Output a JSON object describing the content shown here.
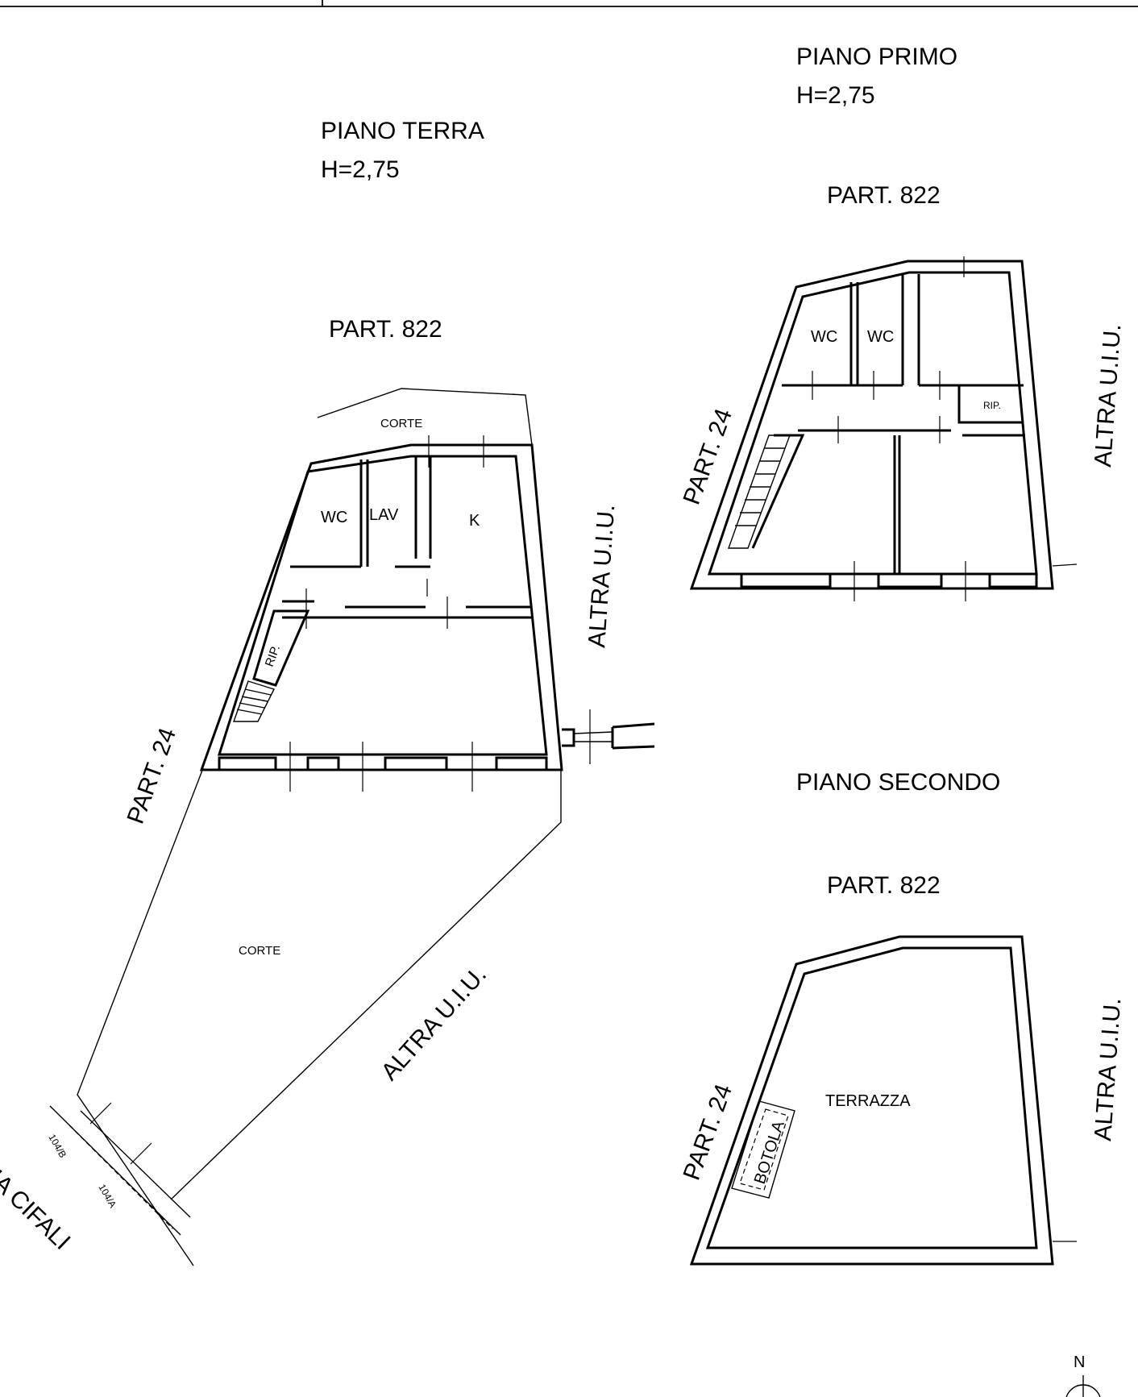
{
  "ground_floor": {
    "title": "PIANO TERRA",
    "height": "H=2,75",
    "parcel_north": "PART. 822",
    "parcel_west": "PART. 24",
    "neighbor_east": "ALTRA U.I.U.",
    "neighbor_south": "ALTRA U.I.U.",
    "court_north": "CORTE",
    "court_south": "CORTE",
    "rooms": {
      "wc": "WC",
      "lav": "LAV",
      "k": "K",
      "rip": "RIP."
    },
    "civic_a": "104/A",
    "civic_b": "104/B",
    "street": "VIA CIFALI"
  },
  "first_floor": {
    "title": "PIANO PRIMO",
    "height": "H=2,75",
    "parcel_north": "PART. 822",
    "parcel_west": "PART. 24",
    "neighbor_east": "ALTRA U.I.U.",
    "rooms": {
      "wc1": "WC",
      "wc2": "WC",
      "rip": "RIP."
    }
  },
  "second_floor": {
    "title": "PIANO SECONDO",
    "parcel_north": "PART. 822",
    "parcel_west": "PART. 24",
    "neighbor_east": "ALTRA U.I.U.",
    "terrace": "TERRAZZA",
    "hatch": "BOTOLA"
  },
  "north_arrow": "N"
}
